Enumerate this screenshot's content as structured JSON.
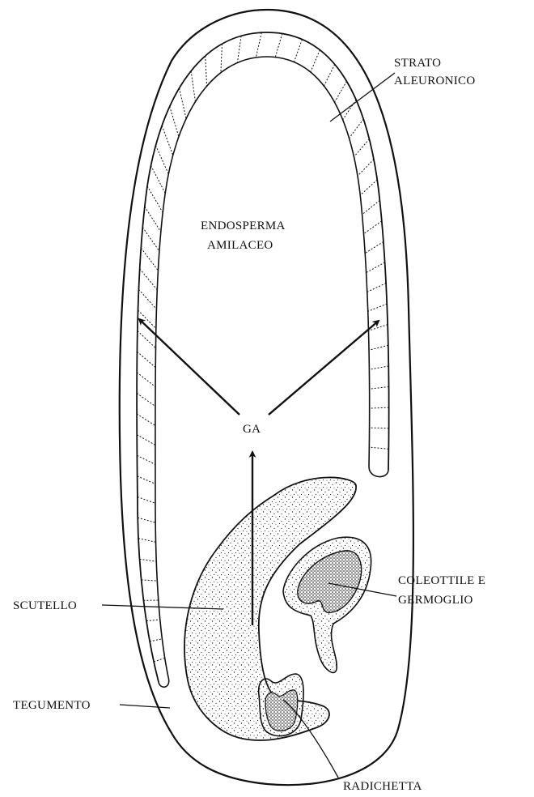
{
  "labels": {
    "strato_1": "STRATO",
    "strato_2": "ALEURONICO",
    "endosperma_1": "ENDOSPERMA",
    "endosperma_2": "AMILACEO",
    "ga": "GA",
    "coleottile_1": "COLEOTTILE E",
    "coleottile_2": "GERMOGLIO",
    "scutello": "SCUTELLO",
    "tegumento": "TEGUMENTO",
    "radichetta": "RADICHETTA"
  },
  "colors": {
    "ink": "#111111",
    "paper": "#ffffff"
  }
}
